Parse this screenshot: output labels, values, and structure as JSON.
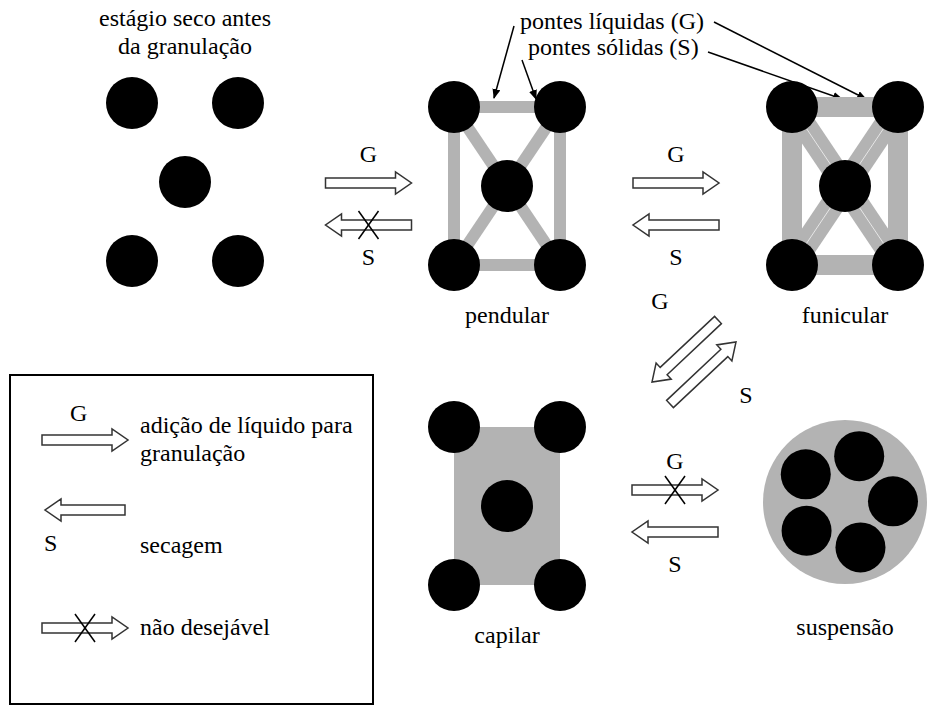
{
  "diagram": {
    "nodes": [
      {
        "text": [
          "estágio seco antes da granulação"
        ]
      },
      {
        "text": [
          "pendular"
        ]
      },
      {
        "text": [
          "funicular"
        ]
      },
      {
        "text": [
          "capilar"
        ]
      },
      {
        "text": [
          "suspensão"
        ]
      }
    ],
    "edges": [
      {
        "from": 0,
        "to": 1,
        "arrow": "to",
        "label": "G"
      },
      {
        "from": 1,
        "to": 0,
        "arrow": "to",
        "label": "S"
      },
      {
        "from": 1,
        "to": 2,
        "arrow": "to",
        "label": "G"
      },
      {
        "from": 2,
        "to": 1,
        "arrow": "to",
        "label": "S"
      },
      {
        "from": 2,
        "to": 3,
        "arrow": "to",
        "label": "G"
      },
      {
        "from": 3,
        "to": 2,
        "arrow": "to",
        "label": "S"
      },
      {
        "from": 3,
        "to": 4,
        "arrow": "to",
        "label": "G"
      },
      {
        "from": 4,
        "to": 3,
        "arrow": "to",
        "label": "S"
      }
    ],
    "labels": [
      "pontes líquidas (G)",
      "pontes sólidas (S)",
      "G",
      "S"
    ],
    "legend": [
      {
        "text": "adição de líquido para granulação"
      },
      {
        "text": "secagem"
      },
      {
        "text": "não desejável"
      }
    ]
  }
}
